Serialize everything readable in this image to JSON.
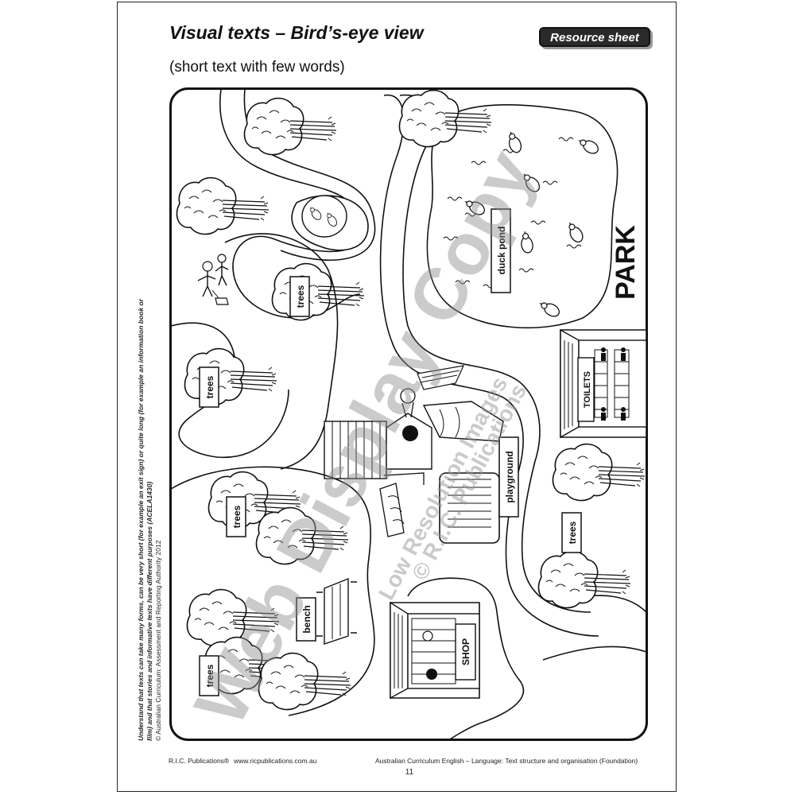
{
  "header": {
    "title": "Visual texts – Bird’s-eye view",
    "badge": "Resource sheet",
    "subtitle": "(short text with few words)"
  },
  "map": {
    "park_sign": "PARK",
    "labels": {
      "duck_pond": "duck pond",
      "playground": "playground",
      "toilets": "TOILETS",
      "shop": "SHOP",
      "bench": "bench",
      "trees": "trees"
    }
  },
  "side_note": {
    "objective": "Understand that texts can take many forms, can be very short (for example an exit sign) or quite long (for example an information book or film) and that stories and informative texts have different purposes (ACELA1430)",
    "source": "© Australian Curriculum: Assessment and Reporting Authority 2012"
  },
  "footer": {
    "publisher": "R.I.C. Publications®",
    "website": "www.ricpublications.com.au",
    "course": "Australian Curriculum English – Language: Text structure and organisation (Foundation)",
    "page_number": "11"
  },
  "watermark": {
    "main": "Web Display Copy",
    "sub1": "Low Resolution Images",
    "sub2": "© R.I.C. Publications"
  }
}
